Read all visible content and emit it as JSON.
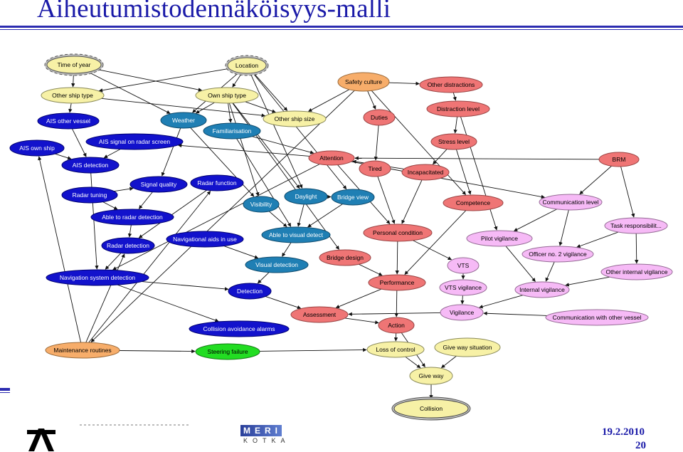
{
  "slide": {
    "title": "Aiheutumistodennäköisyys-malli",
    "date": "19.2.2010",
    "page": "20",
    "logo_meri": "MERI",
    "logo_kotka": "KOTKA"
  },
  "colors": {
    "title": "#1a1aa8",
    "tan": "#f7f1a6",
    "tan_stroke": "#8a8a5a",
    "orange": "#f7ad6a",
    "red": "#ef7575",
    "pink": "#f6baf6",
    "navy": "#1212cc",
    "teal": "#1f7fb4",
    "green": "#22dd22",
    "gray_ring": "#bdbdbd",
    "edge": "#111111"
  },
  "nodes": [
    {
      "id": "time_of_year",
      "label": "Time of year",
      "style": "tan_dashed"
    },
    {
      "id": "location",
      "label": "Location",
      "style": "tan_dashed"
    },
    {
      "id": "other_ship_type",
      "label": "Other ship type",
      "style": "tan"
    },
    {
      "id": "own_ship_type",
      "label": "Own ship type",
      "style": "tan"
    },
    {
      "id": "other_ship_size",
      "label": "Other ship size",
      "style": "tan"
    },
    {
      "id": "safety_culture",
      "label": "Safety culture",
      "style": "orange"
    },
    {
      "id": "other_distractions",
      "label": "Other distractions",
      "style": "red"
    },
    {
      "id": "distraction_level",
      "label": "Distraction level",
      "style": "red"
    },
    {
      "id": "duties",
      "label": "Duties",
      "style": "red"
    },
    {
      "id": "stress_level",
      "label": "Stress level",
      "style": "red"
    },
    {
      "id": "ais_other_vessel",
      "label": "AIS other vessel",
      "style": "navy"
    },
    {
      "id": "weather",
      "label": "Weather",
      "style": "teal"
    },
    {
      "id": "familiarisation",
      "label": "Familiarisation",
      "style": "teal"
    },
    {
      "id": "ais_own_ship",
      "label": "AIS own ship",
      "style": "navy"
    },
    {
      "id": "ais_signal_radar",
      "label": "AIS signal on radar screen",
      "style": "navy"
    },
    {
      "id": "attention",
      "label": "Attention",
      "style": "red"
    },
    {
      "id": "brm",
      "label": "BRM",
      "style": "red"
    },
    {
      "id": "ais_detection",
      "label": "AIS detection",
      "style": "navy"
    },
    {
      "id": "tired",
      "label": "Tired",
      "style": "red"
    },
    {
      "id": "incapacitated",
      "label": "Incapacitated",
      "style": "red"
    },
    {
      "id": "radar_tuning",
      "label": "Radar tuning",
      "style": "navy"
    },
    {
      "id": "signal_quality",
      "label": "Signal quality",
      "style": "navy"
    },
    {
      "id": "radar_function",
      "label": "Radar function",
      "style": "navy"
    },
    {
      "id": "daylight",
      "label": "Daylight",
      "style": "teal"
    },
    {
      "id": "bridge_view",
      "label": "Bridge view",
      "style": "teal"
    },
    {
      "id": "competence",
      "label": "Competence",
      "style": "red"
    },
    {
      "id": "communication_level",
      "label": "Communication level",
      "style": "pink"
    },
    {
      "id": "visibility",
      "label": "Visibility",
      "style": "teal"
    },
    {
      "id": "able_radar_detection",
      "label": "Able to radar detection",
      "style": "navy"
    },
    {
      "id": "task_responsibility",
      "label": "Task responsibilit...",
      "style": "pink"
    },
    {
      "id": "personal_condition",
      "label": "Personal condition",
      "style": "red"
    },
    {
      "id": "able_visual_detect",
      "label": "Able to visual detect",
      "style": "teal"
    },
    {
      "id": "pilot_vigilance",
      "label": "Pilot vigilance",
      "style": "pink"
    },
    {
      "id": "navigational_aids",
      "label": "Navigational aids in use",
      "style": "navy"
    },
    {
      "id": "radar_detection",
      "label": "Radar detection",
      "style": "navy"
    },
    {
      "id": "officer_no2_vigilance",
      "label": "Officer no. 2 vigilance",
      "style": "pink"
    },
    {
      "id": "bridge_design",
      "label": "Bridge design",
      "style": "red"
    },
    {
      "id": "visual_detection",
      "label": "Visual detection",
      "style": "teal"
    },
    {
      "id": "vts",
      "label": "VTS",
      "style": "pink"
    },
    {
      "id": "other_internal_vigilance",
      "label": "Other internal vigilance",
      "style": "pink"
    },
    {
      "id": "navigation_system_detection",
      "label": "Navigation system detection",
      "style": "navy"
    },
    {
      "id": "performance",
      "label": "Performance",
      "style": "red"
    },
    {
      "id": "vts_vigilance",
      "label": "VTS vigilance",
      "style": "pink"
    },
    {
      "id": "internal_vigilance",
      "label": "Internal vigilance",
      "style": "pink"
    },
    {
      "id": "detection",
      "label": "Detection",
      "style": "navy"
    },
    {
      "id": "assessment",
      "label": "Assessment",
      "style": "red"
    },
    {
      "id": "vigilance",
      "label": "Vigilance",
      "style": "pink"
    },
    {
      "id": "communication_other_vessel",
      "label": "Communication with other vessel",
      "style": "pink"
    },
    {
      "id": "action",
      "label": "Action",
      "style": "red"
    },
    {
      "id": "collision_avoidance_alarms",
      "label": "Collision avoidance alarms",
      "style": "navy"
    },
    {
      "id": "maintenance_routines",
      "label": "Maintenance routines",
      "style": "orange"
    },
    {
      "id": "steering_failure",
      "label": "Steering failure",
      "style": "green"
    },
    {
      "id": "loss_of_control",
      "label": "Loss of control",
      "style": "tan"
    },
    {
      "id": "give_way_situation",
      "label": "Give way situation",
      "style": "tan"
    },
    {
      "id": "give_way",
      "label": "Give way",
      "style": "tan"
    },
    {
      "id": "collision",
      "label": "Collision",
      "style": "tan_ring"
    }
  ],
  "edges": [
    [
      "time_of_year",
      "other_ship_type"
    ],
    [
      "time_of_year",
      "weather"
    ],
    [
      "time_of_year",
      "own_ship_type"
    ],
    [
      "location",
      "other_ship_type"
    ],
    [
      "location",
      "own_ship_type"
    ],
    [
      "location",
      "other_ship_size"
    ],
    [
      "location",
      "weather"
    ],
    [
      "location",
      "daylight"
    ],
    [
      "location",
      "bridge_view"
    ],
    [
      "other_ship_type",
      "ais_other_vessel"
    ],
    [
      "other_ship_type",
      "other_ship_size"
    ],
    [
      "own_ship_type",
      "familiarisation"
    ],
    [
      "own_ship_type",
      "weather"
    ],
    [
      "own_ship_type",
      "other_ship_size"
    ],
    [
      "own_ship_type",
      "visibility"
    ],
    [
      "own_ship_type",
      "bridge_design"
    ],
    [
      "own_ship_type",
      "daylight"
    ],
    [
      "safety_culture",
      "other_distractions"
    ],
    [
      "safety_culture",
      "duties"
    ],
    [
      "safety_culture",
      "competence"
    ],
    [
      "safety_culture",
      "other_ship_size"
    ],
    [
      "safety_culture",
      "maintenance_routines"
    ],
    [
      "other_distractions",
      "distraction_level"
    ],
    [
      "distraction_level",
      "stress_level"
    ],
    [
      "distraction_level",
      "pilot_vigilance"
    ],
    [
      "duties",
      "tired"
    ],
    [
      "stress_level",
      "incapacitated"
    ],
    [
      "stress_level",
      "competence"
    ],
    [
      "ais_other_vessel",
      "ais_detection"
    ],
    [
      "ais_own_ship",
      "ais_detection"
    ],
    [
      "ais_signal_radar",
      "ais_detection"
    ],
    [
      "weather",
      "signal_quality"
    ],
    [
      "weather",
      "visibility"
    ],
    [
      "familiarisation",
      "attention"
    ],
    [
      "familiarisation",
      "able_visual_detect"
    ],
    [
      "attention",
      "personal_condition"
    ],
    [
      "attention",
      "communication_level"
    ],
    [
      "attention",
      "navigation_system_detection"
    ],
    [
      "attention",
      "ais_signal_radar"
    ],
    [
      "brm",
      "communication_level"
    ],
    [
      "brm",
      "task_responsibility"
    ],
    [
      "brm",
      "attention"
    ],
    [
      "tired",
      "personal_condition"
    ],
    [
      "incapacitated",
      "personal_condition"
    ],
    [
      "incapacitated",
      "attention"
    ],
    [
      "ais_detection",
      "navigation_system_detection"
    ],
    [
      "radar_tuning",
      "signal_quality"
    ],
    [
      "radar_tuning",
      "able_radar_detection"
    ],
    [
      "signal_quality",
      "able_radar_detection"
    ],
    [
      "radar_function",
      "radar_detection"
    ],
    [
      "daylight",
      "able_visual_detect"
    ],
    [
      "daylight",
      "bridge_view"
    ],
    [
      "bridge_view",
      "able_visual_detect"
    ],
    [
      "visibility",
      "able_visual_detect"
    ],
    [
      "competence",
      "performance"
    ],
    [
      "communication_level",
      "pilot_vigilance"
    ],
    [
      "communication_level",
      "officer_no2_vigilance"
    ],
    [
      "task_responsibility",
      "other_internal_vigilance"
    ],
    [
      "task_responsibility",
      "officer_no2_vigilance"
    ],
    [
      "personal_condition",
      "performance"
    ],
    [
      "personal_condition",
      "vts"
    ],
    [
      "pilot_vigilance",
      "internal_vigilance"
    ],
    [
      "able_visual_detect",
      "visual_detection"
    ],
    [
      "able_radar_detection",
      "radar_detection"
    ],
    [
      "navigational_aids",
      "visual_detection"
    ],
    [
      "radar_detection",
      "navigation_system_detection"
    ],
    [
      "officer_no2_vigilance",
      "internal_vigilance"
    ],
    [
      "bridge_design",
      "performance"
    ],
    [
      "visual_detection",
      "detection"
    ],
    [
      "vts",
      "vts_vigilance"
    ],
    [
      "other_internal_vigilance",
      "internal_vigilance"
    ],
    [
      "navigation_system_detection",
      "detection"
    ],
    [
      "navigation_system_detection",
      "collision_avoidance_alarms"
    ],
    [
      "performance",
      "assessment"
    ],
    [
      "performance",
      "action"
    ],
    [
      "vts_vigilance",
      "vigilance"
    ],
    [
      "internal_vigilance",
      "vigilance"
    ],
    [
      "detection",
      "assessment"
    ],
    [
      "assessment",
      "action"
    ],
    [
      "vigilance",
      "assessment"
    ],
    [
      "communication_other_vessel",
      "vigilance"
    ],
    [
      "action",
      "loss_of_control"
    ],
    [
      "action",
      "give_way"
    ],
    [
      "maintenance_routines",
      "steering_failure"
    ],
    [
      "steering_failure",
      "loss_of_control"
    ],
    [
      "loss_of_control",
      "give_way"
    ],
    [
      "give_way_situation",
      "give_way"
    ],
    [
      "give_way",
      "collision"
    ],
    [
      "maintenance_routines",
      "radar_function"
    ],
    [
      "maintenance_routines",
      "ais_own_ship"
    ],
    [
      "maintenance_routines",
      "radar_detection"
    ]
  ]
}
